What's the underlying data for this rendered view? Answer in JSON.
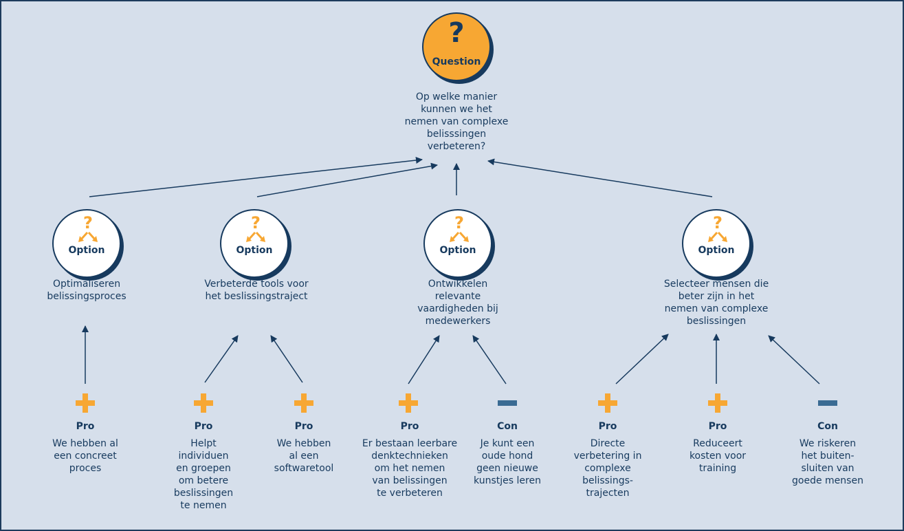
{
  "question": {
    "icon": "question-mark-icon",
    "label": "Question",
    "text": "Op welke manier\nkunnen we het\nnemen van complexe\nbelisssingen\nverbeteren?"
  },
  "options": [
    {
      "label": "Option",
      "icon": "split-arrows-icon",
      "text": "Optimaliseren\nbelissingsproces"
    },
    {
      "label": "Option",
      "icon": "split-arrows-icon",
      "text": "Verbeterde tools voor\nhet beslissingstraject"
    },
    {
      "label": "Option",
      "icon": "split-arrows-icon",
      "text": "Ontwikkelen\nrelevante\nvaardigheden bij\nmedewerkers"
    },
    {
      "label": "Option",
      "icon": "split-arrows-icon",
      "text": "Selecteer mensen die\nbeter zijn in het\nnemen van complexe\nbeslissingen"
    }
  ],
  "arguments": [
    {
      "kind": "Pro",
      "text": "We hebben al\neen concreet\nproces"
    },
    {
      "kind": "Pro",
      "text": "Helpt\nindividuen\nen groepen\nom betere\nbeslissingen\nte nemen"
    },
    {
      "kind": "Pro",
      "text": "We hebben\nal een\nsoftwaretool"
    },
    {
      "kind": "Pro",
      "text": "Er bestaan leerbare\ndenktechnieken\nom het nemen\nvan belissingen\nte verbeteren"
    },
    {
      "kind": "Con",
      "text": "Je kunt een\noude hond\ngeen nieuwe\nkunstjes leren"
    },
    {
      "kind": "Pro",
      "text": "Directe\nverbetering in\ncomplexe\nbelissings-\ntrajecten"
    },
    {
      "kind": "Pro",
      "text": "Reduceert\nkosten voor\ntraining"
    },
    {
      "kind": "Con",
      "text": "We riskeren\nhet buiten-\nsluiten van\ngoede mensen"
    }
  ],
  "colors": {
    "background": "#d6dfeb",
    "navy": "#173a5e",
    "orange": "#f7a733",
    "minus": "#3a6b93"
  }
}
